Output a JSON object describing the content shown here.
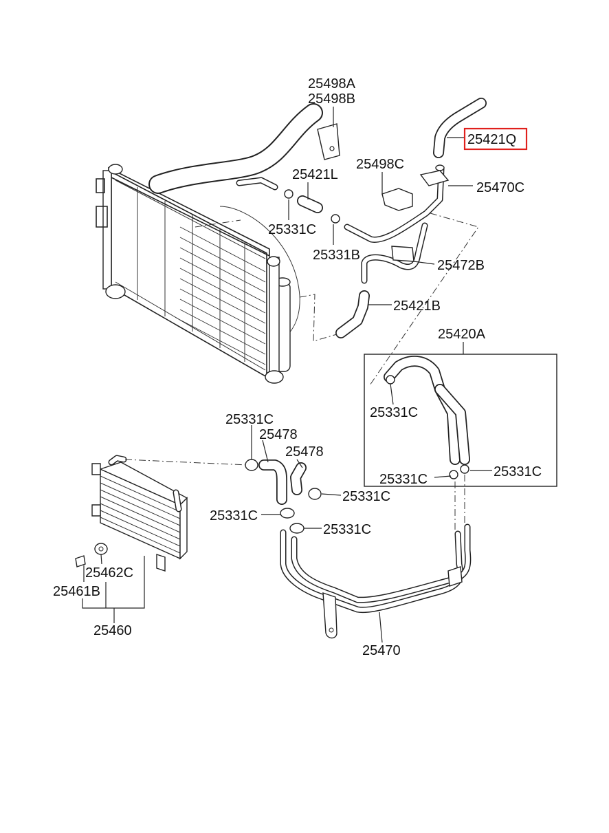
{
  "labels": {
    "l_25498a": "25498A",
    "l_25498b": "25498B",
    "l_25421q": "25421Q",
    "l_25421l": "25421L",
    "l_25498c": "25498C",
    "l_25470c": "25470C",
    "l_25331c_1": "25331C",
    "l_25331b": "25331B",
    "l_25472b": "25472B",
    "l_25421b": "25421B",
    "l_25420a": "25420A",
    "l_25331c_2": "25331C",
    "l_25331c_3": "25331C",
    "l_25478_1": "25478",
    "l_25478_2": "25478",
    "l_25331c_4": "25331C",
    "l_25331c_5": "25331C",
    "l_25331c_6": "25331C",
    "l_25331c_7": "25331C",
    "l_25331c_8": "25331C",
    "l_25462c": "25462C",
    "l_25461b": "25461B",
    "l_25460": "25460",
    "l_25470": "25470"
  },
  "highlight": {
    "part": "25421Q",
    "color": "#e0201c"
  }
}
